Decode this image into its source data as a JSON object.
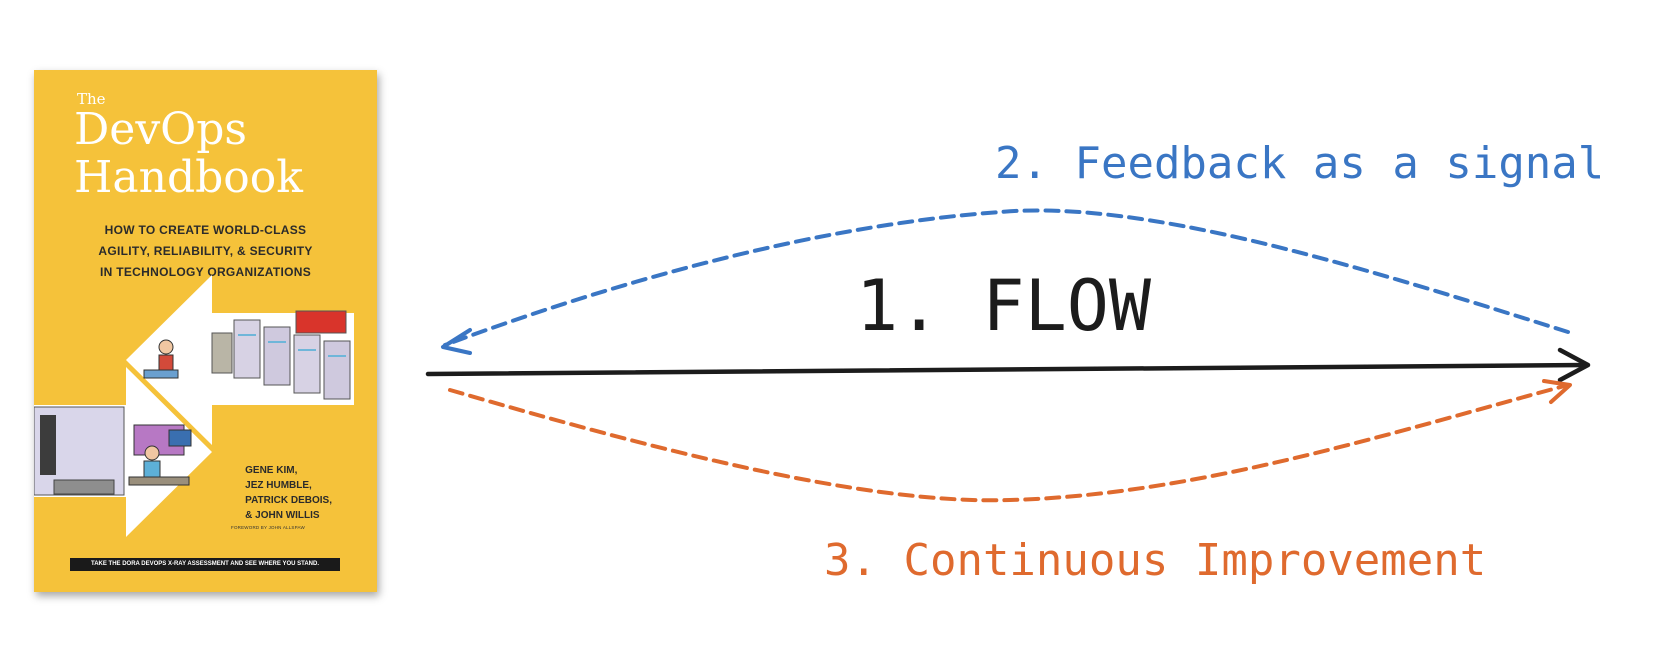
{
  "book": {
    "the": "The",
    "title_line1": "DevOps",
    "title_line2": "Handbook",
    "subtitle_lines": [
      "HOW TO CREATE WORLD-CLASS",
      "AGILITY, RELIABILITY, & SECURITY",
      "IN TECHNOLOGY ORGANIZATIONS"
    ],
    "authors": [
      "GENE KIM,",
      "JEZ HUMBLE,",
      "PATRICK DEBOIS,",
      "& JOHN WILLIS"
    ],
    "foreword": "FOREWORD BY JOHN ALLSPAW",
    "bottom_bar": "TAKE THE DORA DEVOPS X-RAY ASSESSMENT AND SEE WHERE YOU STAND.",
    "cover_color": "#f5c23a"
  },
  "diagram": {
    "flow_label": "1. FLOW",
    "feedback_label": "2. Feedback as a signal",
    "improvement_label": "3. Continuous Improvement",
    "colors": {
      "flow": "#1c1c1c",
      "feedback": "#3a76c4",
      "improvement": "#df6a2e"
    }
  }
}
